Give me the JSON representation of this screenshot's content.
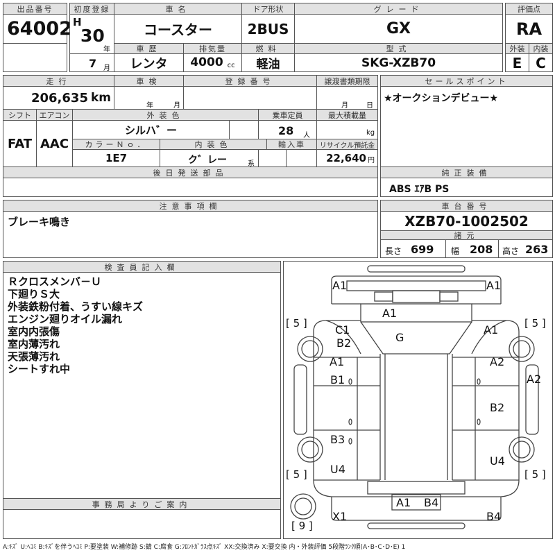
{
  "listing": {
    "label": "出品番号",
    "number": "64002"
  },
  "first_registration": {
    "label": "初度登録",
    "era": "H",
    "year": "30",
    "year_unit": "年",
    "month": "7",
    "month_unit": "月"
  },
  "car_name": {
    "label": "車名",
    "value": "コースター"
  },
  "door_type": {
    "label": "ドア形状",
    "value": "2BUS"
  },
  "grade": {
    "label": "グレード",
    "value": "GX"
  },
  "score": {
    "label": "評価点",
    "value": "RA"
  },
  "history": {
    "label": "車歴",
    "value": "レンタ"
  },
  "displacement": {
    "label": "排気量",
    "value": "4000",
    "unit": "cc"
  },
  "fuel": {
    "label": "燃料",
    "value": "軽油"
  },
  "model_code": {
    "label": "型式",
    "value": "SKG-XZB70"
  },
  "exterior_grade": {
    "label": "外装",
    "value": "E"
  },
  "interior_grade": {
    "label": "内装",
    "value": "C"
  },
  "mileage": {
    "label": "走行",
    "value": "206,635",
    "unit": "km"
  },
  "inspection": {
    "label": "車検",
    "year_unit": "年",
    "month_unit": "月"
  },
  "registration_no": {
    "label": "登録番号"
  },
  "transfer_deadline": {
    "label": "譲渡書類期限",
    "month_unit": "月",
    "day_unit": "日"
  },
  "shift": {
    "label": "シフト",
    "value": "FAT"
  },
  "aircon": {
    "label": "エアコン",
    "value": "AAC"
  },
  "exterior_color": {
    "label": "外装色",
    "value": "シルハ゛ー"
  },
  "capacity": {
    "label": "乗車定員",
    "value": "28",
    "unit": "人"
  },
  "max_load": {
    "label": "最大積載量",
    "unit": "kg"
  },
  "color_no": {
    "label": "カラーＮｏ．",
    "value": "1E7"
  },
  "interior_color": {
    "label": "内装色",
    "value": "ク゛レー",
    "suffix": "系"
  },
  "imported": {
    "label": "輸入車"
  },
  "recycle_fee": {
    "label": "リサイクル預託金",
    "value": "22,640",
    "unit": "円"
  },
  "parts_later": {
    "label": "後日発送部品"
  },
  "sales_point": {
    "label": "セールスポイント",
    "text": "★オークションデビュー★"
  },
  "equipment": {
    "label": "純正装備",
    "text": "ABS ｴｱB PS"
  },
  "notes": {
    "label": "注意事項欄",
    "text": "ブレーキ鳴き"
  },
  "chassis": {
    "label": "車台番号",
    "value": "XZB70-1002502"
  },
  "specs": {
    "label": "諸元",
    "length_label": "長さ",
    "length": "699",
    "width_label": "幅",
    "width": "208",
    "height_label": "高さ",
    "height": "263"
  },
  "inspector": {
    "label": "検査員記入欄",
    "lines": [
      "Ｒクロスメンバ－Ｕ",
      "下廻りＳ大",
      "外装鉄粉付着、うすい線キズ",
      "エンジン廻りオイル漏れ",
      "室内内張傷",
      "室内薄汚れ",
      "天張薄汚れ",
      "シートすれ中"
    ]
  },
  "office": {
    "label": "事務局よりご案内"
  },
  "diagram": {
    "marks": {
      "front_bumper_left": "A1",
      "front_bumper_right": "A1",
      "windshield_top": "A1",
      "left_front_corner": "C1",
      "front_glass": "G",
      "right_front_fender": "A1",
      "left_front_fender": "B2",
      "left_front_door": "A1",
      "right_front_door": "A2",
      "right_step": "A2",
      "left_door": "B1",
      "right_mid_panel": "B2",
      "left_rear_panel": "B3",
      "left_rear_quarter": "U4",
      "right_rear_quarter": "U4",
      "rear_panel_a": "A1",
      "rear_panel_b": "B4",
      "rear_bumper_left": "X1",
      "rear_bumper_right": "B4"
    },
    "tread": {
      "front_left": "[ 5 ]",
      "front_right": "[ 5 ]",
      "rear_left": "[ 5 ]",
      "rear_right": "[ 5 ]",
      "spare": "[ 9 ]"
    }
  },
  "legend": "A:ｷｽﾞ U:ﾍｺﾐ B:ｷｽﾞを伴うﾍｺﾐ P:要塗装 W:補修跡 S:錆 C:腐食 G:ﾌﾛﾝﾄｶﾞﾗｽ点ｷｽﾞ XX:交換済み X:要交換 内・外装評価 5段階ﾗﾝｸ順(A･B･C･D･E) 1"
}
